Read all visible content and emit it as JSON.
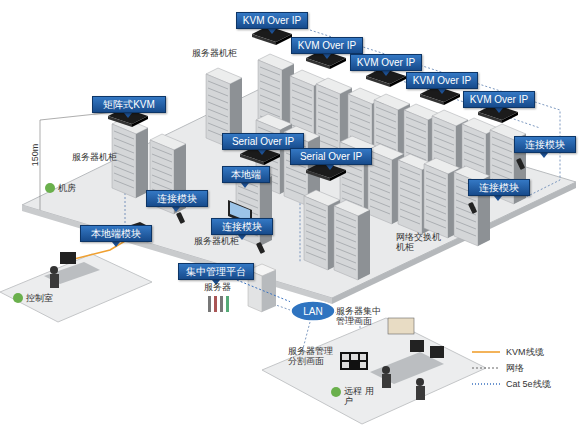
{
  "diagram": {
    "nodes": [
      {
        "text": [
          "KVM Over IP"
        ]
      },
      {
        "text": [
          "KVM Over IP"
        ]
      },
      {
        "text": [
          "KVM Over IP"
        ]
      },
      {
        "text": [
          "KVM Over IP"
        ]
      },
      {
        "text": [
          "KVM Over IP"
        ]
      },
      {
        "text": [
          "矩阵式KVM"
        ]
      },
      {
        "text": [
          "Serial Over IP"
        ]
      },
      {
        "text": [
          "连接模块"
        ]
      },
      {
        "text": [
          "Serial Over IP"
        ]
      },
      {
        "text": [
          "本地端"
        ]
      },
      {
        "text": [
          "连接模块"
        ]
      },
      {
        "text": [
          "连接模块"
        ]
      },
      {
        "text": [
          "连接模块"
        ]
      },
      {
        "text": [
          "本地端模块"
        ]
      },
      {
        "text": [
          "集中管理平台"
        ]
      },
      {
        "text": [
          "LAN"
        ]
      }
    ],
    "edges": [
      {
        "from": 14,
        "to": 15,
        "arrow": "none"
      }
    ],
    "labels": [
      "服务器机柜",
      "150m",
      "服务器机柜",
      "机房",
      "服务器机柜",
      "网络交换机 机柜",
      "控制室",
      "服务器",
      "服务器集中 管理画面",
      "服务器管理 分割画面",
      "远程 用户"
    ],
    "legend": [
      {
        "text": "KVM线缆"
      },
      {
        "text": "网络"
      },
      {
        "text": "Cat 5e线缆"
      }
    ]
  }
}
